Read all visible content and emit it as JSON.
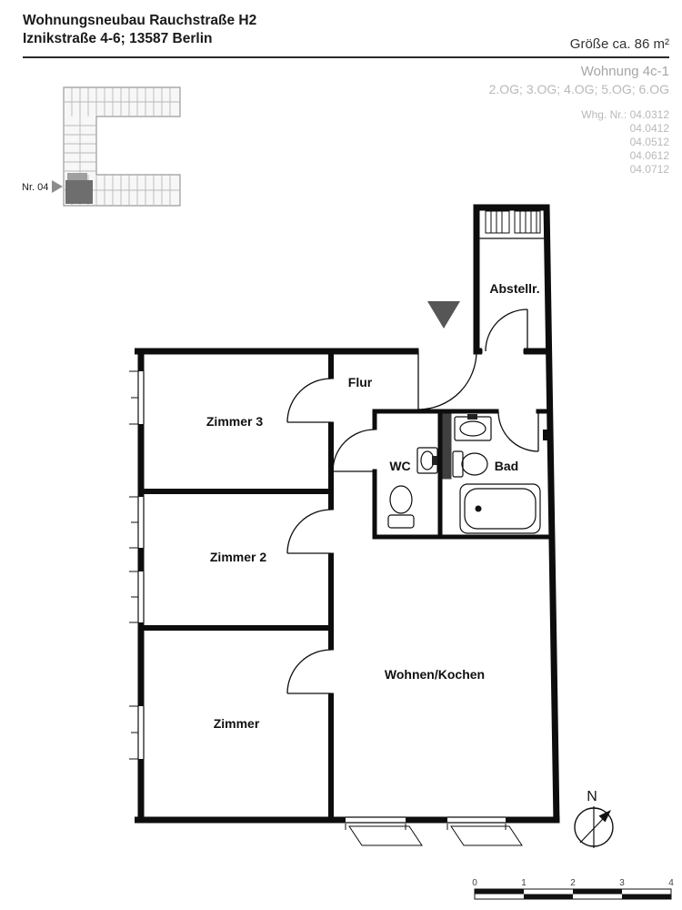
{
  "header": {
    "title_line1": "Wohnungsneubau Rauchstraße H2",
    "title_line2": "Iznikstraße 4-6; 13587 Berlin",
    "size_label": "Größe ca. 86 m²",
    "unit_label": "Wohnung 4c-1",
    "floors_label": "2.OG; 3.OG; 4.OG; 5.OG; 6.OG",
    "apartment_numbers_label": "Whg. Nr.:",
    "apartment_numbers": [
      "04.0312",
      "04.0412",
      "04.0512",
      "04.0612",
      "04.0712"
    ]
  },
  "key_plan": {
    "unit_label": "Nr. 04"
  },
  "floor_plan": {
    "rooms": {
      "abstellraum": "Abstellr.",
      "flur": "Flur",
      "zimmer3": "Zimmer 3",
      "wc": "WC",
      "bad": "Bad",
      "zimmer2": "Zimmer 2",
      "zimmer": "Zimmer",
      "wohnen_kochen": "Wohnen/Kochen"
    }
  },
  "compass": {
    "north_label": "N"
  },
  "scale_bar": {
    "tick_labels": [
      "0",
      "1",
      "2",
      "3",
      "4"
    ]
  },
  "colors": {
    "wall": "#0d0d0d",
    "muted_text": "#b9b9b9",
    "size_text": "#333333",
    "keyplan_line": "#b8b8b8",
    "keyplan_highlight": "#6e6e6e",
    "entrance_marker": "#565656"
  }
}
